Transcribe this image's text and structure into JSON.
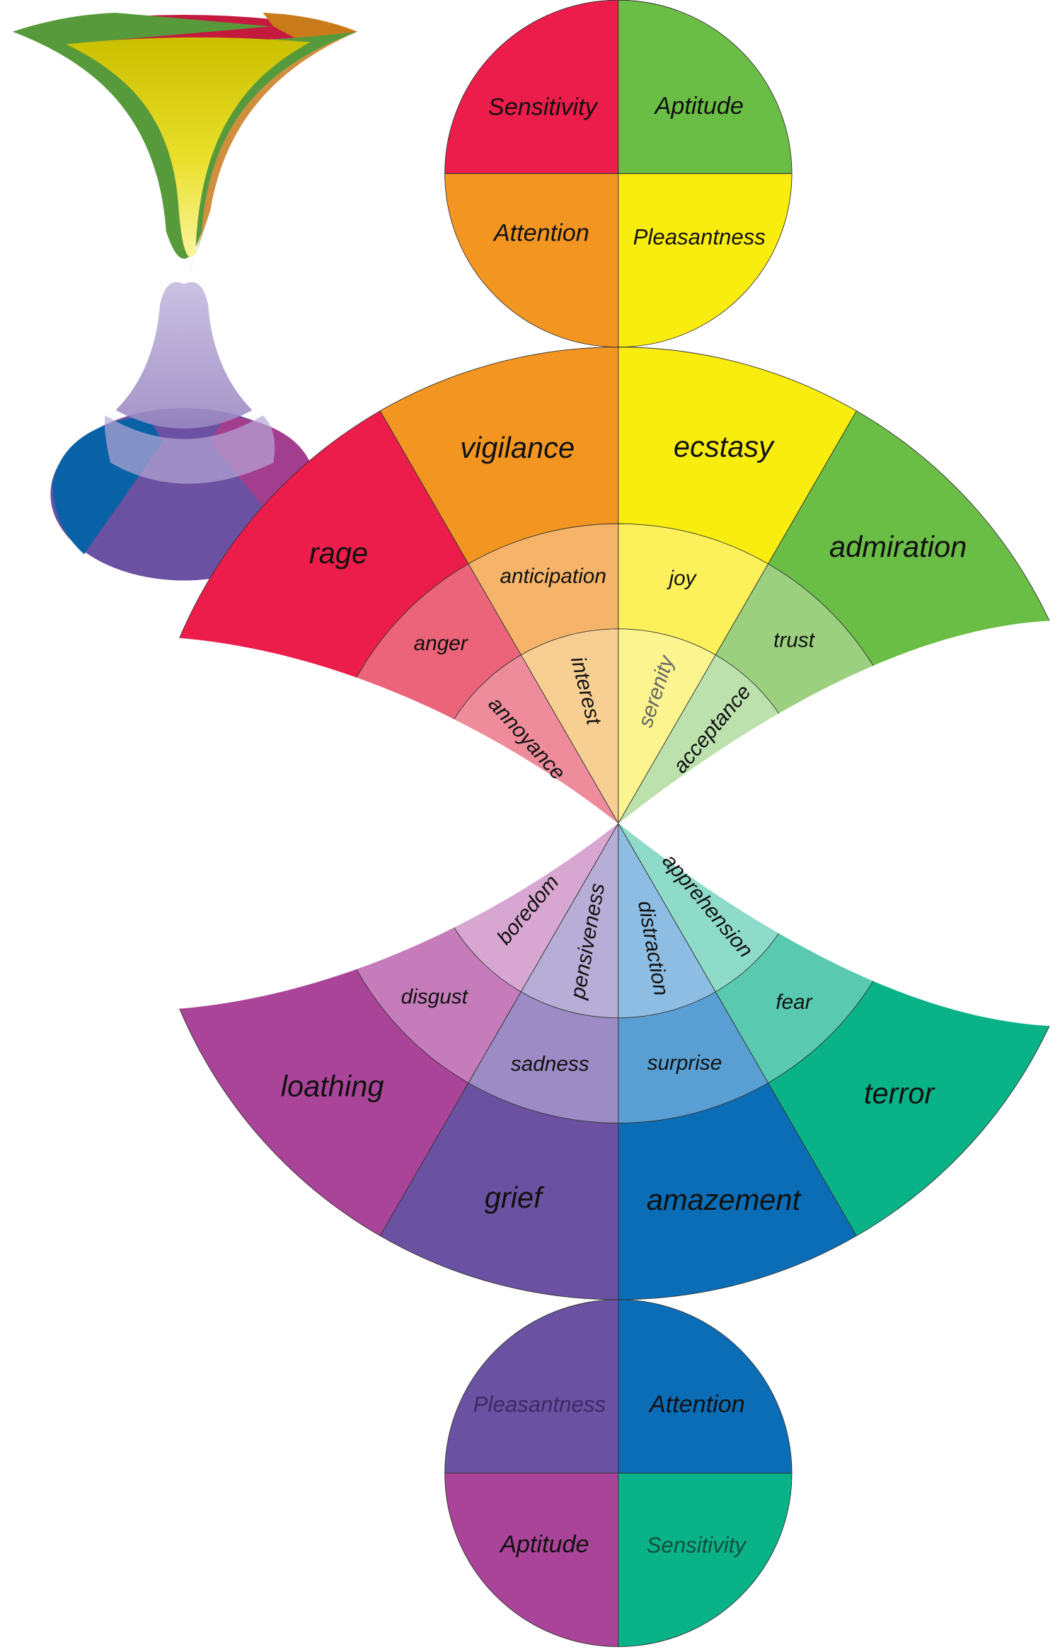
{
  "top_circle": {
    "quadrants": [
      {
        "label": "Sensitivity",
        "color": "#ec1c4b"
      },
      {
        "label": "Aptitude",
        "color": "#6abd45"
      },
      {
        "label": "Attention",
        "color": "#f39621"
      },
      {
        "label": "Pleasantness",
        "color": "#f9ec0f"
      }
    ]
  },
  "upper_fan": {
    "outer": [
      {
        "label": "rage",
        "color": "#ec1c4b"
      },
      {
        "label": "vigilance",
        "color": "#f39621"
      },
      {
        "label": "ecstasy",
        "color": "#f9ec0f"
      },
      {
        "label": "admiration",
        "color": "#6abd45"
      }
    ],
    "middle": [
      {
        "label": "anger",
        "color": "#ec6479"
      },
      {
        "label": "anticipation",
        "color": "#f5b469"
      },
      {
        "label": "joy",
        "color": "#fcf15a"
      },
      {
        "label": "trust",
        "color": "#9bd07f"
      }
    ],
    "inner": [
      {
        "label": "annoyance",
        "color": "#ee8c9b"
      },
      {
        "label": "interest",
        "color": "#f7cf93"
      },
      {
        "label": "serenity",
        "color": "#fcf48f"
      },
      {
        "label": "acceptance",
        "color": "#bce1ad"
      }
    ]
  },
  "lower_fan": {
    "outer": [
      {
        "label": "loathing",
        "color": "#aa4498"
      },
      {
        "label": "grief",
        "color": "#6b51a1"
      },
      {
        "label": "amazement",
        "color": "#0a6db6"
      },
      {
        "label": "terror",
        "color": "#0ab287"
      }
    ],
    "middle": [
      {
        "label": "disgust",
        "color": "#c67cbb"
      },
      {
        "label": "sadness",
        "color": "#9c8bc4"
      },
      {
        "label": "surprise",
        "color": "#5a9fd3"
      },
      {
        "label": "fear",
        "color": "#59cab0"
      }
    ],
    "inner": [
      {
        "label": "boredom",
        "color": "#d8a7d1"
      },
      {
        "label": "pensiveness",
        "color": "#b7aed7"
      },
      {
        "label": "distraction",
        "color": "#8dbde3"
      },
      {
        "label": "apprehension",
        "color": "#8fdbc9"
      }
    ]
  },
  "bottom_circle": {
    "quadrants": [
      {
        "label": "Pleasantness",
        "color": "#6b51a1"
      },
      {
        "label": "Attention",
        "color": "#0a6db6"
      },
      {
        "label": "Aptitude",
        "color": "#aa4498"
      },
      {
        "label": "Sensitivity",
        "color": "#0ab287"
      }
    ]
  }
}
